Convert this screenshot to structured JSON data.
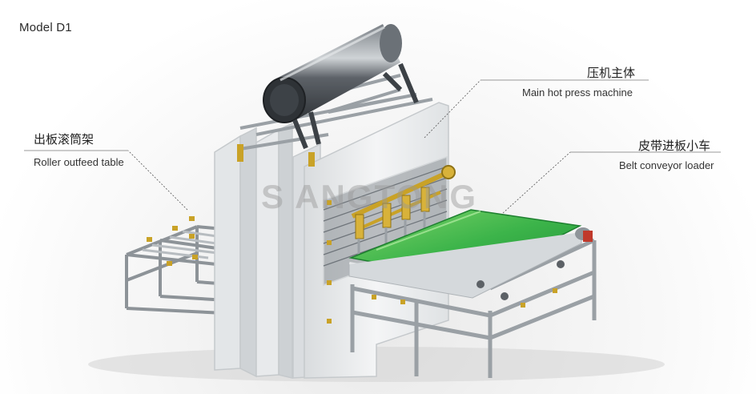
{
  "title": "Model D1",
  "watermark": "S ANGTONG",
  "callouts": {
    "press": {
      "cn": "压机主体",
      "en": "Main hot press machine"
    },
    "belt": {
      "cn": "皮带进板小车",
      "en": "Belt conveyor loader"
    },
    "roller": {
      "cn": "出板滚筒架",
      "en": "Roller outfeed table"
    }
  },
  "colors": {
    "frame": "#eef0f1",
    "frame_edge": "#c5c9cc",
    "steel": "#9fa5aa",
    "cylinder": "#4a4f54",
    "belt_green": "#39b54a",
    "brass": "#c9a227",
    "leader": "#555555"
  }
}
